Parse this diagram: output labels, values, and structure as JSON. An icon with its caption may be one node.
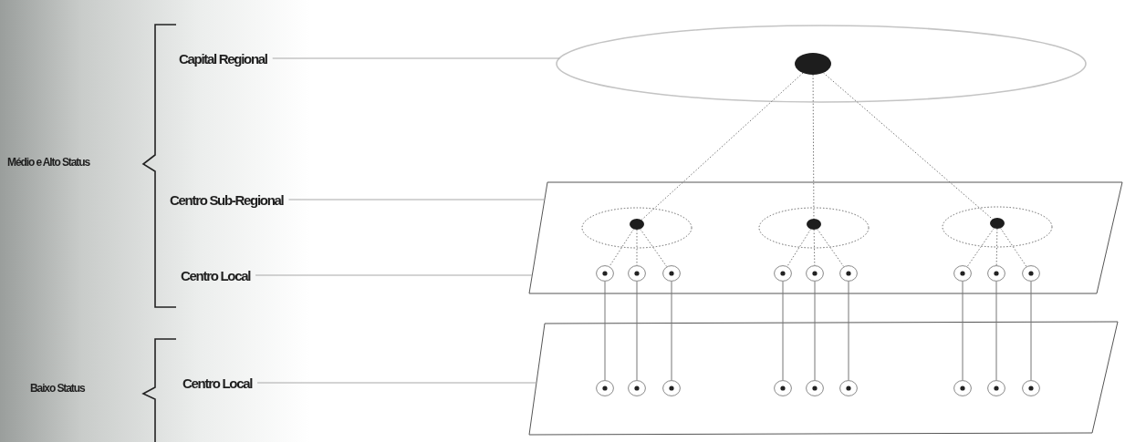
{
  "diagram": {
    "nodes": [
      {
        "text": [
          "Médio e Alto Status"
        ]
      },
      {
        "text": [
          "Baixo Status"
        ]
      },
      {
        "text": [
          "Capital Regional"
        ]
      },
      {
        "text": [
          "Centro Sub-Regional"
        ]
      },
      {
        "text": [
          "Centro Local"
        ]
      },
      {
        "text": [
          "Centro Local"
        ]
      },
      {
        "text": [],
        "shape": "ellipse"
      },
      {
        "text": [],
        "shape": "circle",
        "in": 6
      },
      {
        "text": [],
        "shape": "parallelogram"
      },
      {
        "text": [],
        "shape": "parallelogram"
      },
      {
        "text": [],
        "shape": "ellipse",
        "in": 8
      },
      {
        "text": [],
        "shape": "ellipse",
        "in": 8
      },
      {
        "text": [],
        "shape": "ellipse",
        "in": 8
      },
      {
        "text": [],
        "shape": "circle",
        "in": 10
      },
      {
        "text": [],
        "shape": "circle",
        "in": 11
      },
      {
        "text": [],
        "shape": "circle",
        "in": 12
      },
      {
        "text": [],
        "shape": "circle",
        "in": 8
      },
      {
        "text": [],
        "shape": "circle",
        "in": 8
      },
      {
        "text": [],
        "shape": "circle",
        "in": 8
      },
      {
        "text": [],
        "shape": "circle",
        "in": 8
      },
      {
        "text": [],
        "shape": "circle",
        "in": 8
      },
      {
        "text": [],
        "shape": "circle",
        "in": 8
      },
      {
        "text": [],
        "shape": "circle",
        "in": 8
      },
      {
        "text": [],
        "shape": "circle",
        "in": 8
      },
      {
        "text": [],
        "shape": "circle",
        "in": 8
      },
      {
        "text": [],
        "shape": "circle",
        "in": 9
      },
      {
        "text": [],
        "shape": "circle",
        "in": 9
      },
      {
        "text": [],
        "shape": "circle",
        "in": 9
      },
      {
        "text": [],
        "shape": "circle",
        "in": 9
      },
      {
        "text": [],
        "shape": "circle",
        "in": 9
      },
      {
        "text": [],
        "shape": "circle",
        "in": 9
      },
      {
        "text": [],
        "shape": "circle",
        "in": 9
      },
      {
        "text": [],
        "shape": "circle",
        "in": 9
      },
      {
        "text": [],
        "shape": "circle",
        "in": 9
      }
    ],
    "edges": [
      {
        "from": 2,
        "to": 6,
        "arrow": "none"
      },
      {
        "from": 3,
        "to": 8,
        "arrow": "none"
      },
      {
        "from": 4,
        "to": 8,
        "arrow": "none"
      },
      {
        "from": 5,
        "to": 9,
        "arrow": "none"
      },
      {
        "from": 7,
        "to": 13,
        "arrow": "none",
        "style": "dashed"
      },
      {
        "from": 7,
        "to": 14,
        "arrow": "none",
        "style": "dashed"
      },
      {
        "from": 7,
        "to": 15,
        "arrow": "none",
        "style": "dashed"
      },
      {
        "from": 13,
        "to": 16,
        "arrow": "none",
        "style": "dashed"
      },
      {
        "from": 13,
        "to": 17,
        "arrow": "none",
        "style": "dashed"
      },
      {
        "from": 13,
        "to": 18,
        "arrow": "none",
        "style": "dashed"
      },
      {
        "from": 14,
        "to": 19,
        "arrow": "none",
        "style": "dashed"
      },
      {
        "from": 14,
        "to": 20,
        "arrow": "none",
        "style": "dashed"
      },
      {
        "from": 14,
        "to": 21,
        "arrow": "none",
        "style": "dashed"
      },
      {
        "from": 15,
        "to": 22,
        "arrow": "none",
        "style": "dashed"
      },
      {
        "from": 15,
        "to": 23,
        "arrow": "none",
        "style": "dashed"
      },
      {
        "from": 15,
        "to": 24,
        "arrow": "none",
        "style": "dashed"
      },
      {
        "from": 16,
        "to": 25,
        "arrow": "none"
      },
      {
        "from": 17,
        "to": 26,
        "arrow": "none"
      },
      {
        "from": 18,
        "to": 27,
        "arrow": "none"
      },
      {
        "from": 19,
        "to": 28,
        "arrow": "none"
      },
      {
        "from": 20,
        "to": 29,
        "arrow": "none"
      },
      {
        "from": 21,
        "to": 30,
        "arrow": "none"
      },
      {
        "from": 22,
        "to": 31,
        "arrow": "none"
      },
      {
        "from": 23,
        "to": 32,
        "arrow": "none"
      },
      {
        "from": 24,
        "to": 33,
        "arrow": "none"
      }
    ]
  }
}
